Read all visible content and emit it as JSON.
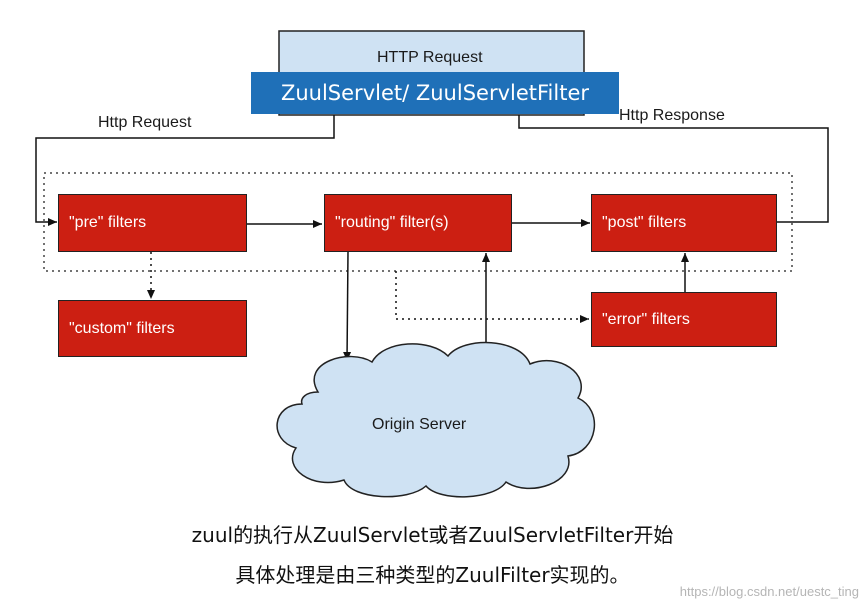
{
  "request_box": {
    "title": "HTTP Request"
  },
  "servlet_banner": {
    "label": "ZuulServlet/ ZuulServletFilter"
  },
  "edge_labels": {
    "http_request": "Http Request",
    "http_response": "Http Response"
  },
  "filters": {
    "pre": "\"pre\" filters",
    "routing": "\"routing\" filter(s)",
    "post": "\"post\" filters",
    "custom": "\"custom\" filters",
    "error": "\"error\" filters"
  },
  "origin": {
    "label": "Origin Server"
  },
  "caption": {
    "line1": "zuul的执行从ZuulServlet或者ZuulServletFilter开始",
    "line2": "具体处理是由三种类型的ZuulFilter实现的。"
  },
  "watermark": "https://blog.csdn.net/uestc_ting",
  "colors": {
    "filter_box": "#cc1f12",
    "request_box": "#cfe2f3",
    "banner": "#1f70b8",
    "cloud": "#cfe2f3"
  }
}
